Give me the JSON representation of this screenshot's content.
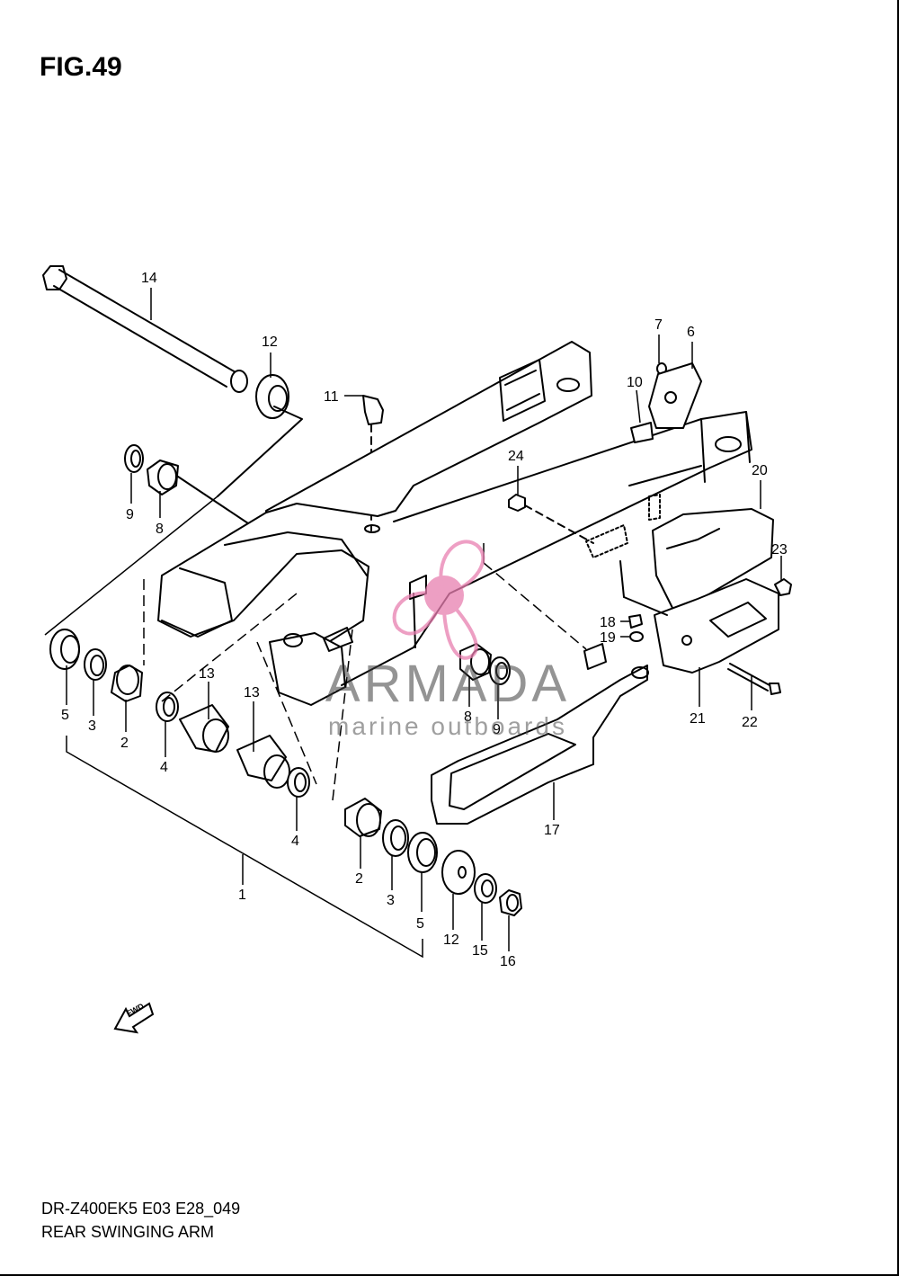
{
  "figure": {
    "title": "FIG.49"
  },
  "footer": {
    "model_code": "DR-Z400EK5 E03 E28_049",
    "section_name": "REAR SWINGING ARM"
  },
  "watermark": {
    "brand": "ARMADA",
    "subtitle": "marine outboards",
    "color": "#e87fb0"
  },
  "direction_marker": {
    "label": "FWD",
    "icon": "arrow-left-down"
  },
  "callouts": [
    {
      "number": "14"
    },
    {
      "number": "12"
    },
    {
      "number": "11"
    },
    {
      "number": "9"
    },
    {
      "number": "8"
    },
    {
      "number": "7"
    },
    {
      "number": "6"
    },
    {
      "number": "10"
    },
    {
      "number": "24"
    },
    {
      "number": "20"
    },
    {
      "number": "23"
    },
    {
      "number": "18"
    },
    {
      "number": "19"
    },
    {
      "number": "21"
    },
    {
      "number": "22"
    },
    {
      "number": "13"
    },
    {
      "number": "13"
    },
    {
      "number": "5"
    },
    {
      "number": "3"
    },
    {
      "number": "2"
    },
    {
      "number": "4"
    },
    {
      "number": "4"
    },
    {
      "number": "8"
    },
    {
      "number": "9"
    },
    {
      "number": "17"
    },
    {
      "number": "2"
    },
    {
      "number": "3"
    },
    {
      "number": "5"
    },
    {
      "number": "12"
    },
    {
      "number": "15"
    },
    {
      "number": "16"
    },
    {
      "number": "1"
    }
  ]
}
